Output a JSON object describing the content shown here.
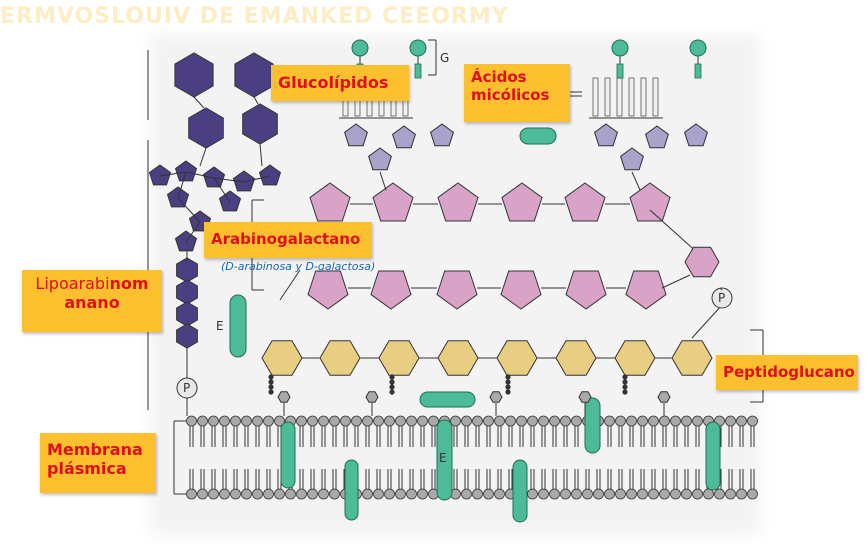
{
  "header_text": "ERMVOSLOUIV DE EMANKED CEEORMY",
  "labels": {
    "glucolipidos": "Glucolípidos",
    "acidos_line1": "Ácidos",
    "acidos_line2": "micólicos",
    "arabinogalactano": "Arabinogalactano",
    "arabino_sub": "(D-arabinosa y D-galactosa)",
    "lipo_line1_a": "Lipoarabi",
    "lipo_line1_b": "nom",
    "lipo_line2": "anano",
    "peptidoglucano": "Peptidoglucano",
    "membrana_line1": "Membrana",
    "membrana_line2": "plásmica"
  },
  "markers": {
    "g": "G",
    "e": "E",
    "p": "P"
  },
  "colors": {
    "label_bg": "#fcbf2e",
    "label_text": "#e0101a",
    "sub_text": "#1668b5",
    "lipoarabinomanano": "#4b3f82",
    "arabinogalactan": "#d9a3c8",
    "peptidoglycan": "#e8cd82",
    "protein": "#4dba9a",
    "membrane_head": "#a9a9a9",
    "glycolipid": "#a9a3cc"
  }
}
